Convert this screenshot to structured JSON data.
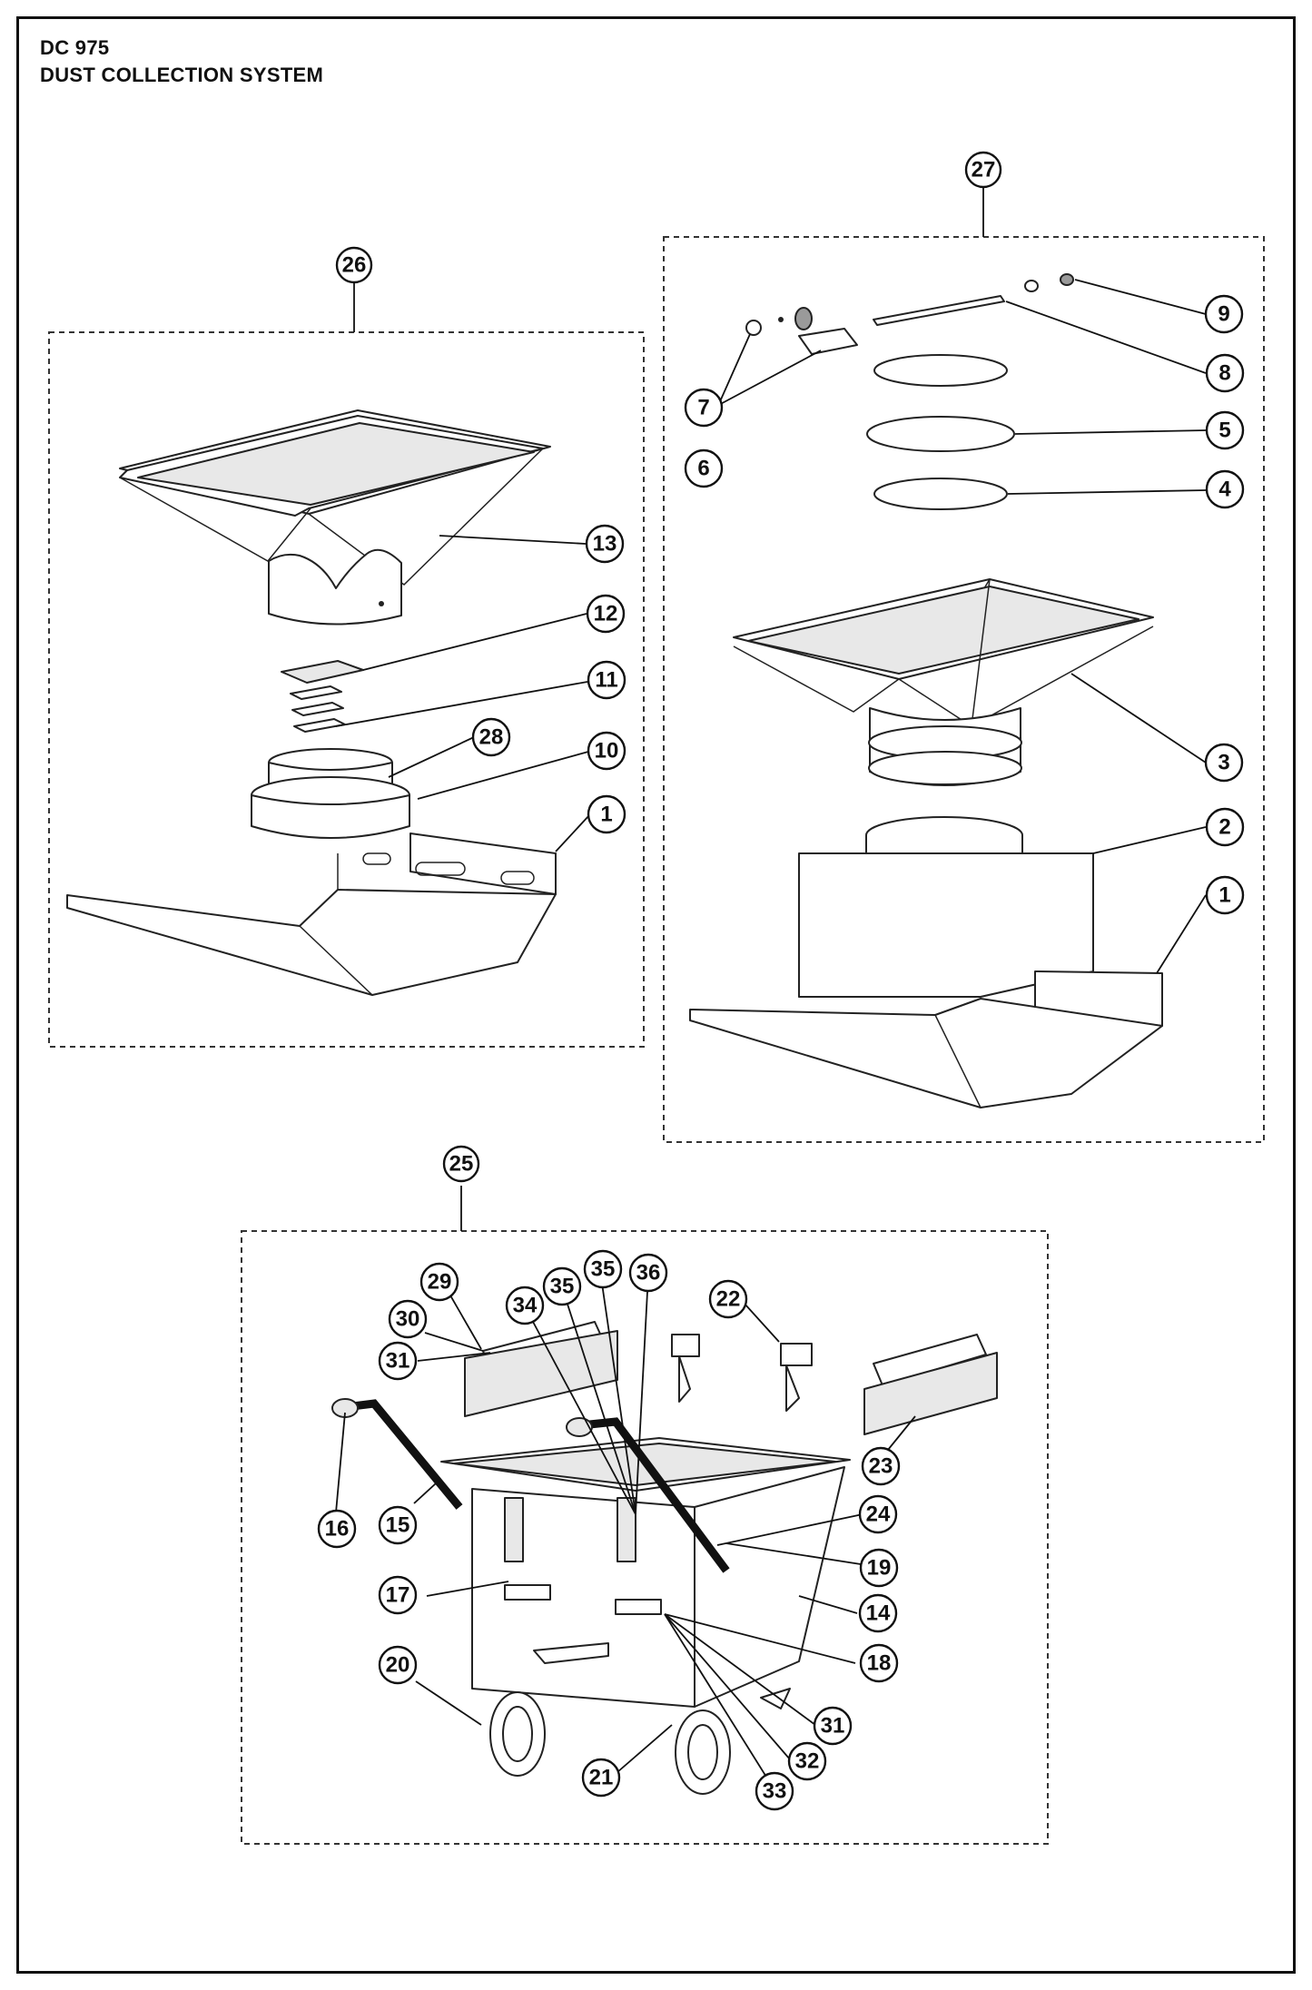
{
  "header": {
    "model": "DC 975",
    "system_name": "DUST COLLECTION SYSTEM"
  },
  "assemblies": [
    {
      "id": "26",
      "label": "26"
    },
    {
      "id": "27",
      "label": "27"
    },
    {
      "id": "25",
      "label": "25"
    }
  ],
  "callouts": {
    "a26_1": "1",
    "a26_10": "10",
    "a26_11": "11",
    "a26_12": "12",
    "a26_13": "13",
    "a26_28": "28",
    "a27_1": "1",
    "a27_2": "2",
    "a27_3": "3",
    "a27_4": "4",
    "a27_5": "5",
    "a27_6": "6",
    "a27_7": "7",
    "a27_8": "8",
    "a27_9": "9",
    "a25_14": "14",
    "a25_15": "15",
    "a25_16": "16",
    "a25_17": "17",
    "a25_18": "18",
    "a25_19": "19",
    "a25_20": "20",
    "a25_21": "21",
    "a25_22": "22",
    "a25_23": "23",
    "a25_24": "24",
    "a25_29": "29",
    "a25_30": "30",
    "a25_31a": "31",
    "a25_31b": "31",
    "a25_32": "32",
    "a25_33": "33",
    "a25_34": "34",
    "a25_35a": "35",
    "a25_35b": "35",
    "a25_36": "36"
  }
}
